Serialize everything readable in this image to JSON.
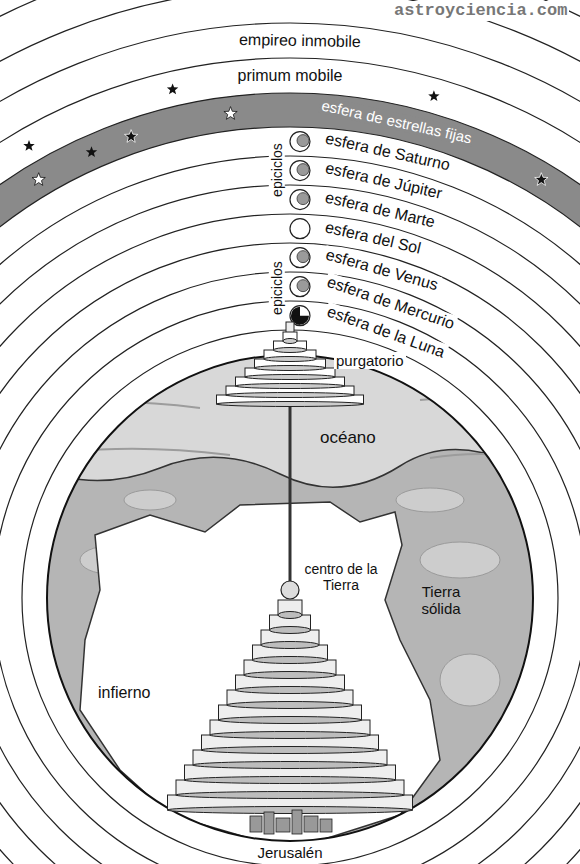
{
  "diagram": {
    "labels": [
      "astroyciencia.com",
      "empireo inmobile",
      "primum mobile",
      "esfera de estrellas fijas",
      "esfera de Saturno",
      "esfera de Júpiter",
      "esfera de Marte",
      "esfera del Sol",
      "esfera de Venus",
      "esfera de Mercurio",
      "esfera de la Luna",
      "epiciclos",
      "epiciclos",
      "purgatorio",
      "océano",
      "centro de la Tierra",
      "Tierra sólida",
      "infierno",
      "Jerusalén"
    ]
  }
}
